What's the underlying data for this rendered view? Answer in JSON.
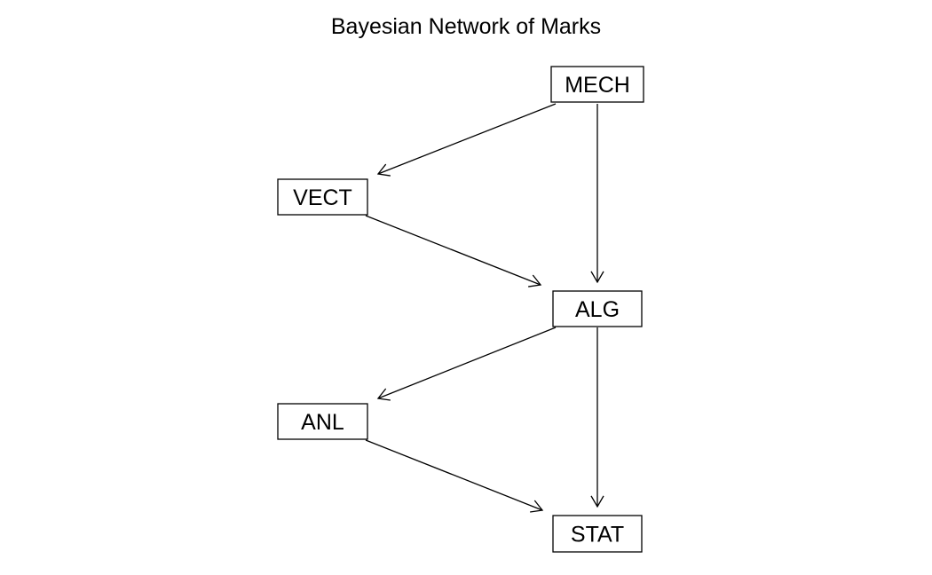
{
  "title": "Bayesian Network of Marks",
  "nodes": [
    {
      "id": "MECH",
      "label": "MECH"
    },
    {
      "id": "VECT",
      "label": "VECT"
    },
    {
      "id": "ALG",
      "label": "ALG"
    },
    {
      "id": "ANL",
      "label": "ANL"
    },
    {
      "id": "STAT",
      "label": "STAT"
    }
  ],
  "edges": [
    {
      "from": "MECH",
      "to": "VECT"
    },
    {
      "from": "MECH",
      "to": "ALG"
    },
    {
      "from": "VECT",
      "to": "ALG"
    },
    {
      "from": "ALG",
      "to": "ANL"
    },
    {
      "from": "ALG",
      "to": "STAT"
    },
    {
      "from": "ANL",
      "to": "STAT"
    }
  ],
  "colors": {
    "line": "#000000",
    "background": "#ffffff"
  }
}
